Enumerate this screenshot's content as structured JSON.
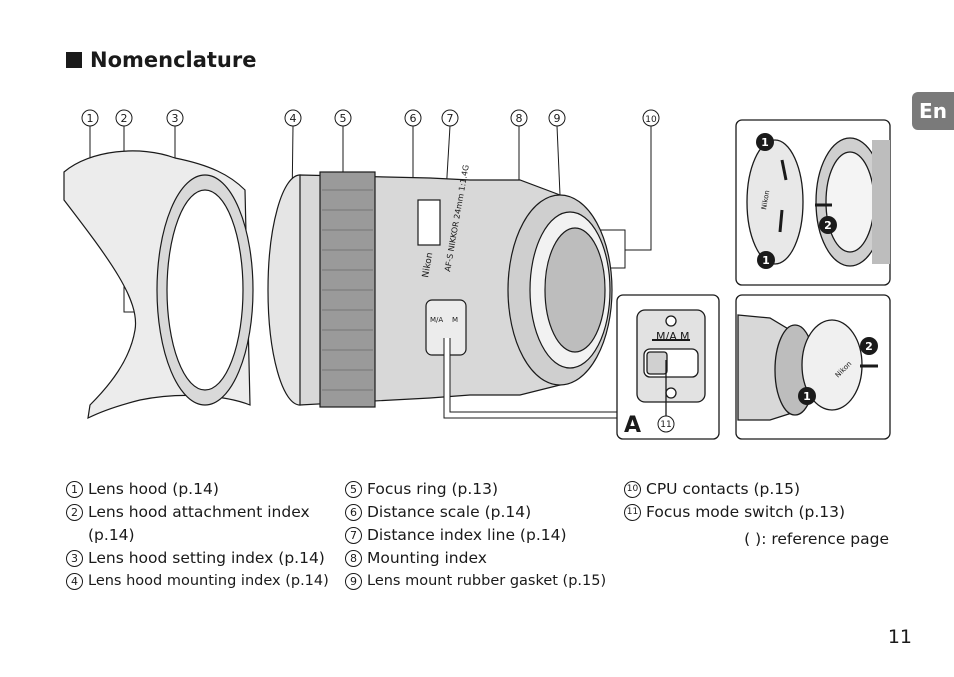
{
  "heading": "Nomenclature",
  "lang_tab": "En",
  "page_number": "11",
  "reference_note": "(   ): reference page",
  "callouts": [
    "1",
    "2",
    "3",
    "4",
    "5",
    "6",
    "7",
    "8",
    "9",
    "10"
  ],
  "callout_11": "11",
  "inset_label": "A",
  "switch_labels": {
    "ma": "M/A",
    "m": "M"
  },
  "brand": "Nikon",
  "lens_text": "AF-S NIKKOR 24mm 1:1.4G",
  "step_badges": [
    "1",
    "2",
    "1"
  ],
  "legend": {
    "col1": [
      {
        "n": "1",
        "text": "Lens hood (p.14)"
      },
      {
        "n": "2",
        "text": "Lens hood attachment index",
        "text2": "(p.14)"
      },
      {
        "n": "3",
        "text": "Lens hood setting index (p.14)"
      },
      {
        "n": "4",
        "text": "Lens hood mounting index (p.14)"
      }
    ],
    "col2": [
      {
        "n": "5",
        "text": "Focus ring (p.13)"
      },
      {
        "n": "6",
        "text": "Distance scale  (p.14)"
      },
      {
        "n": "7",
        "text": "Distance index line (p.14)"
      },
      {
        "n": "8",
        "text": "Mounting index"
      },
      {
        "n": "9",
        "text": "Lens mount rubber gasket (p.15)"
      }
    ],
    "col3": [
      {
        "n": "10",
        "text": "CPU contacts (p.15)"
      },
      {
        "n": "11",
        "text": "Focus mode switch (p.13)"
      }
    ]
  }
}
